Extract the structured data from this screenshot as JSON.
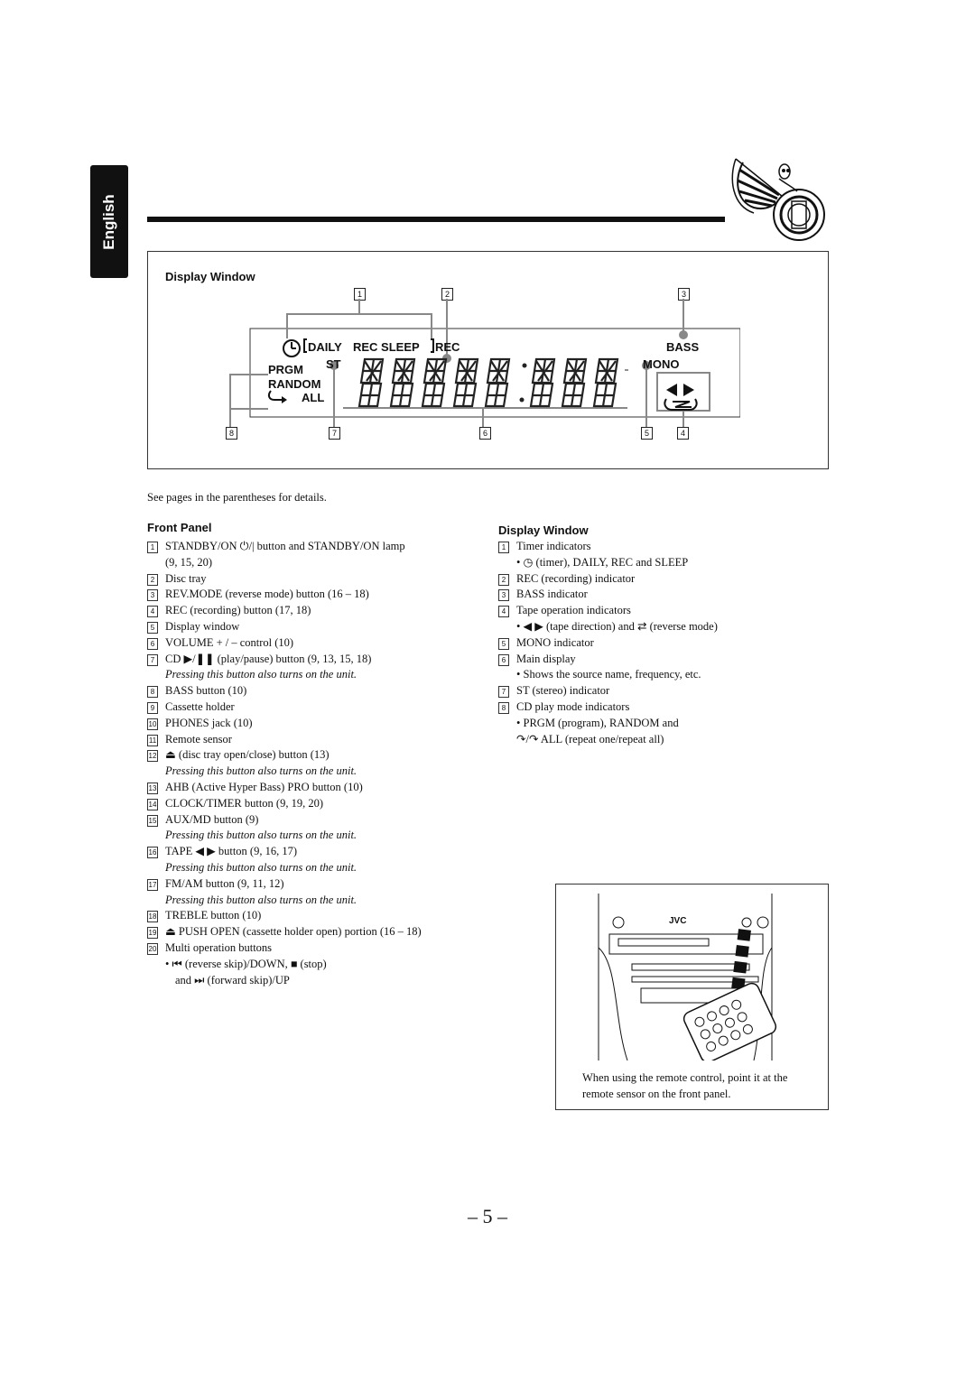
{
  "language_tab": "English",
  "diagram": {
    "title": "Display Window",
    "callouts": [
      "1",
      "2",
      "3",
      "4",
      "5",
      "6",
      "7",
      "8"
    ],
    "indicators": {
      "daily": "DAILY",
      "rec_sleep": "REC SLEEP",
      "rec": "REC",
      "bass": "BASS",
      "prgm": "PRGM",
      "st": "ST",
      "random": "RANDOM",
      "all": "ALL",
      "mono": "MONO"
    }
  },
  "see_pages": "See pages in the parentheses for details.",
  "front_panel": {
    "title": "Front Panel",
    "items": [
      {
        "num": "1",
        "text": "STANDBY/ON ⏻/| button and STANDBY/ON lamp",
        "cont": "(9, 15, 20)"
      },
      {
        "num": "2",
        "text": "Disc tray"
      },
      {
        "num": "3",
        "text": "REV.MODE (reverse mode) button (16 – 18)"
      },
      {
        "num": "4",
        "text": "REC (recording) button (17, 18)"
      },
      {
        "num": "5",
        "text": "Display window"
      },
      {
        "num": "6",
        "text": "VOLUME + / – control (10)"
      },
      {
        "num": "7",
        "text": "CD ▶/❚❚ (play/pause) button (9, 13, 15, 18)",
        "note": "Pressing this button also turns on the unit."
      },
      {
        "num": "8",
        "text": "BASS button (10)"
      },
      {
        "num": "9",
        "text": "Cassette holder"
      },
      {
        "num": "10",
        "text": "PHONES jack (10)"
      },
      {
        "num": "11",
        "text": "Remote sensor"
      },
      {
        "num": "12",
        "text": "⏏ (disc tray open/close) button (13)",
        "note": "Pressing this button also turns on the unit."
      },
      {
        "num": "13",
        "text": "AHB (Active Hyper Bass) PRO button (10)"
      },
      {
        "num": "14",
        "text": "CLOCK/TIMER button (9, 19, 20)"
      },
      {
        "num": "15",
        "text": "AUX/MD button (9)",
        "note": "Pressing this button also turns on the unit."
      },
      {
        "num": "16",
        "text": "TAPE ◀ ▶ button (9, 16, 17)",
        "note": "Pressing this button also turns on the unit."
      },
      {
        "num": "17",
        "text": "FM/AM button (9, 11, 12)",
        "note": "Pressing this button also turns on the unit."
      },
      {
        "num": "18",
        "text": "TREBLE button (10)"
      },
      {
        "num": "19",
        "text": "⏏ PUSH OPEN (cassette holder open) portion (16 – 18)"
      },
      {
        "num": "20",
        "text": "Multi operation buttons",
        "bullet": "•  ⏮ (reverse skip)/DOWN, ■ (stop)",
        "bullet2": "and ⏭ (forward skip)/UP"
      }
    ]
  },
  "display_window": {
    "title": "Display Window",
    "items": [
      {
        "num": "1",
        "text": "Timer indicators",
        "bullet": "•  ◷ (timer), DAILY, REC and SLEEP"
      },
      {
        "num": "2",
        "text": "REC (recording) indicator"
      },
      {
        "num": "3",
        "text": "BASS indicator"
      },
      {
        "num": "4",
        "text": "Tape operation indicators",
        "bullet": "•  ◀ ▶ (tape direction) and ⇄ (reverse mode)"
      },
      {
        "num": "5",
        "text": "MONO indicator"
      },
      {
        "num": "6",
        "text": "Main display",
        "bullet": "•  Shows the source name, frequency, etc."
      },
      {
        "num": "7",
        "text": "ST (stereo) indicator"
      },
      {
        "num": "8",
        "text": "CD play mode indicators",
        "bullet": "•  PRGM (program), RANDOM and",
        "bullet2": "↷/↷ ALL (repeat one/repeat all)"
      }
    ]
  },
  "remote": {
    "brand": "JVC",
    "caption": "When using the remote control, point it at the remote sensor on the front panel."
  },
  "page_number": "– 5 –"
}
